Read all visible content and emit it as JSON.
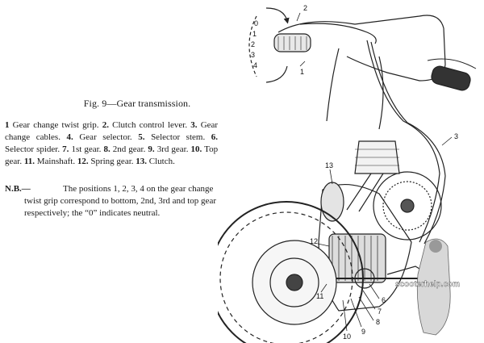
{
  "figure": {
    "caption": "Fig. 9—Gear transmission.",
    "legend": [
      {
        "num": "1",
        "text": "Gear change twist grip."
      },
      {
        "num": "2.",
        "text": "Clutch control lever."
      },
      {
        "num": "3.",
        "text": "Gear change cables."
      },
      {
        "num": "4.",
        "text": "Gear selector."
      },
      {
        "num": "5.",
        "text": "Selector stem."
      },
      {
        "num": "6.",
        "text": "Selector spider."
      },
      {
        "num": "7.",
        "text": "1st gear."
      },
      {
        "num": "8.",
        "text": "2nd gear."
      },
      {
        "num": "9.",
        "text": "3rd gear."
      },
      {
        "num": "10.",
        "text": "Top gear."
      },
      {
        "num": "11.",
        "text": "Mainshaft."
      },
      {
        "num": "12.",
        "text": "Spring gear."
      },
      {
        "num": "13.",
        "text": "Clutch."
      }
    ],
    "note_label": "N.B.—",
    "note_text": "The positions 1, 2, 3, 4 on the gear change twist grip correspond to bottom, 2nd, 3rd and top gear respectively; the “0” indicates neutral."
  },
  "diagram": {
    "grip_positions": [
      "0",
      "1",
      "2",
      "3",
      "4"
    ],
    "callouts": [
      "1",
      "2",
      "3",
      "13",
      "12",
      "11",
      "6",
      "7",
      "8",
      "9",
      "10"
    ],
    "watermark": "scooterhelp.com"
  }
}
